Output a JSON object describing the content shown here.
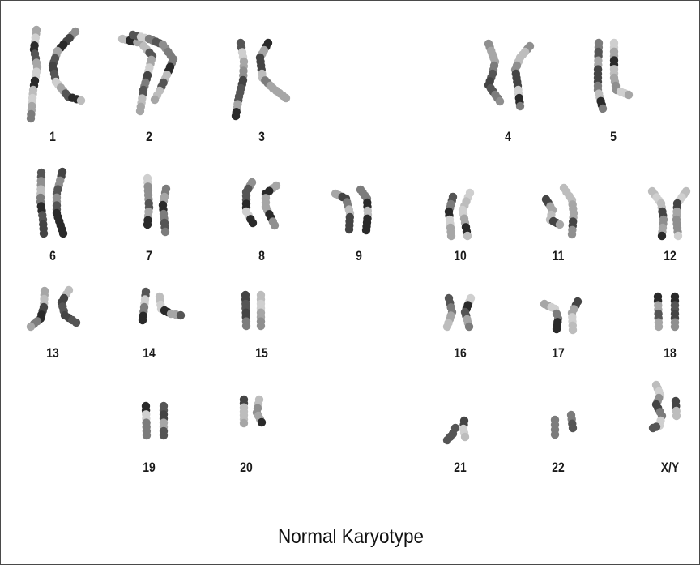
{
  "caption": "Normal Karyotype",
  "chromosomes": [
    {
      "id": "1",
      "label": "1"
    },
    {
      "id": "2",
      "label": "2"
    },
    {
      "id": "3",
      "label": "3"
    },
    {
      "id": "4",
      "label": "4"
    },
    {
      "id": "5",
      "label": "5"
    },
    {
      "id": "6",
      "label": "6"
    },
    {
      "id": "7",
      "label": "7"
    },
    {
      "id": "8",
      "label": "8"
    },
    {
      "id": "9",
      "label": "9"
    },
    {
      "id": "10",
      "label": "10"
    },
    {
      "id": "11",
      "label": "11"
    },
    {
      "id": "12",
      "label": "12"
    },
    {
      "id": "13",
      "label": "13"
    },
    {
      "id": "14",
      "label": "14"
    },
    {
      "id": "15",
      "label": "15"
    },
    {
      "id": "16",
      "label": "16"
    },
    {
      "id": "17",
      "label": "17"
    },
    {
      "id": "18",
      "label": "18"
    },
    {
      "id": "19",
      "label": "19"
    },
    {
      "id": "20",
      "label": "20"
    },
    {
      "id": "21",
      "label": "21"
    },
    {
      "id": "22",
      "label": "22"
    },
    {
      "id": "XY",
      "label": "X/Y"
    }
  ],
  "band_colors": [
    "#2a2a2a",
    "#555555",
    "#7c7c7c",
    "#a6a6a6",
    "#cfcfcf",
    "#444444",
    "#8f8f8f",
    "#bdbdbd"
  ]
}
